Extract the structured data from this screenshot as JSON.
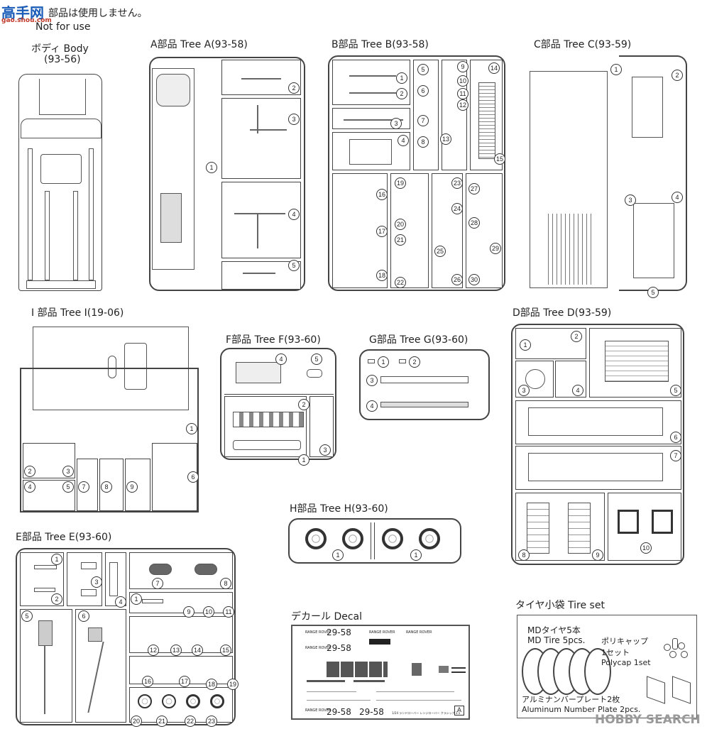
{
  "header": {
    "watermark_logo": "高手网",
    "watermark_url": "gao.shou.com",
    "notice_jp": "部品は使用しません。",
    "notice_en": "Not for use"
  },
  "body": {
    "title_jp": "ボディ Body",
    "code": "(93-56)"
  },
  "tree_a": {
    "title": "A部品 Tree A(93-58)",
    "numbers": [
      "1",
      "2",
      "3",
      "4",
      "5"
    ]
  },
  "tree_b": {
    "title": "B部品 Tree B(93-58)",
    "numbers": [
      "1",
      "2",
      "3",
      "4",
      "5",
      "6",
      "7",
      "8",
      "9",
      "10",
      "11",
      "12",
      "13",
      "14",
      "15",
      "16",
      "17",
      "18",
      "19",
      "20",
      "21",
      "22",
      "23",
      "24",
      "25",
      "26",
      "27",
      "28",
      "29",
      "30"
    ]
  },
  "tree_c": {
    "title": "C部品 Tree C(93-59)",
    "numbers": [
      "1",
      "2",
      "3",
      "4",
      "5"
    ]
  },
  "tree_i": {
    "title": "I 部品 Tree I(19-06)",
    "numbers": [
      "1",
      "2",
      "3",
      "4",
      "5",
      "6",
      "7",
      "8",
      "9"
    ]
  },
  "tree_f": {
    "title": "F部品 Tree F(93-60)",
    "numbers": [
      "1",
      "2",
      "3",
      "4",
      "5"
    ]
  },
  "tree_g": {
    "title": "G部品 Tree G(93-60)",
    "numbers": [
      "1",
      "2",
      "3",
      "4"
    ]
  },
  "tree_d": {
    "title": "D部品 Tree D(93-59)",
    "numbers": [
      "1",
      "2",
      "3",
      "4",
      "5",
      "6",
      "7",
      "8",
      "9",
      "10"
    ]
  },
  "tree_h": {
    "title": "H部品 Tree H(93-60)",
    "numbers": [
      "1",
      "1"
    ]
  },
  "tree_e": {
    "title": "E部品 Tree E(93-60)",
    "numbers": [
      "1",
      "2",
      "3",
      "4",
      "5",
      "6",
      "7",
      "8",
      "1",
      "9",
      "10",
      "11",
      "12",
      "13",
      "14",
      "15",
      "16",
      "17",
      "18",
      "19",
      "20",
      "21",
      "22",
      "23"
    ]
  },
  "decal": {
    "title": "デカール Decal",
    "brand": "RANGE ROVER",
    "plate": "29-58",
    "footer": "1/24 ランドローバー レンジローバー クラシック 3.5"
  },
  "tire_set": {
    "title": "タイヤ小袋 Tire set",
    "tire_jp": "MDタイヤ5本",
    "tire_en": "MD Tire 5pcs.",
    "polycap_jp": "ポリキャップ",
    "polycap_jp2": "1セット",
    "polycap_en": "Polycap 1set",
    "plate_jp": "アルミナンバープレート2枚",
    "plate_en": "Aluminum Number Plate 2pcs."
  },
  "footer_watermark": "HOBBY SEARCH"
}
